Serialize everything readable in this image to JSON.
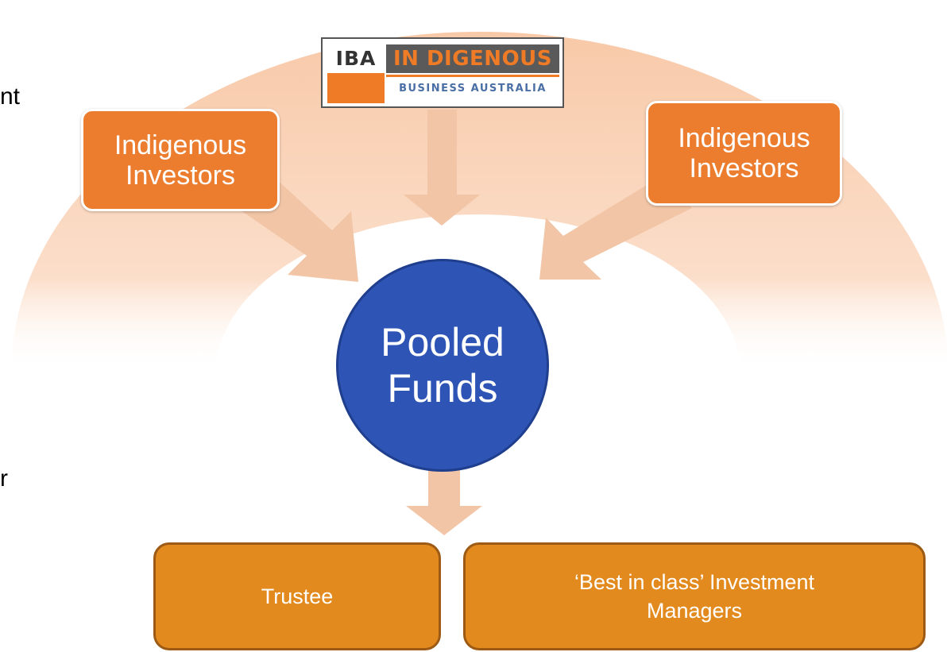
{
  "edge_fragments": [
    "nt",
    "r"
  ],
  "logo": {
    "mark": "IBA",
    "word": "IN DIGENOUS",
    "subtitle": "BUSINESS AUSTRALIA"
  },
  "investor_left": {
    "line1": "Indigenous",
    "line2": "Investors"
  },
  "investor_right": {
    "line1": "Indigenous",
    "line2": "Investors"
  },
  "pooled": {
    "line1": "Pooled",
    "line2": "Funds"
  },
  "trustee": {
    "label": "Trustee"
  },
  "managers": {
    "line1": "‘Best in class’ Investment",
    "line2": "Managers"
  },
  "colors": {
    "arc": "#f9d2b8",
    "arrow": "#f1c5a6",
    "investor_box": "#ec7d2e",
    "pooled_circle": "#2e55b5",
    "bottom_box": "#e28a1e",
    "bottom_box_border": "#9c5a14"
  }
}
